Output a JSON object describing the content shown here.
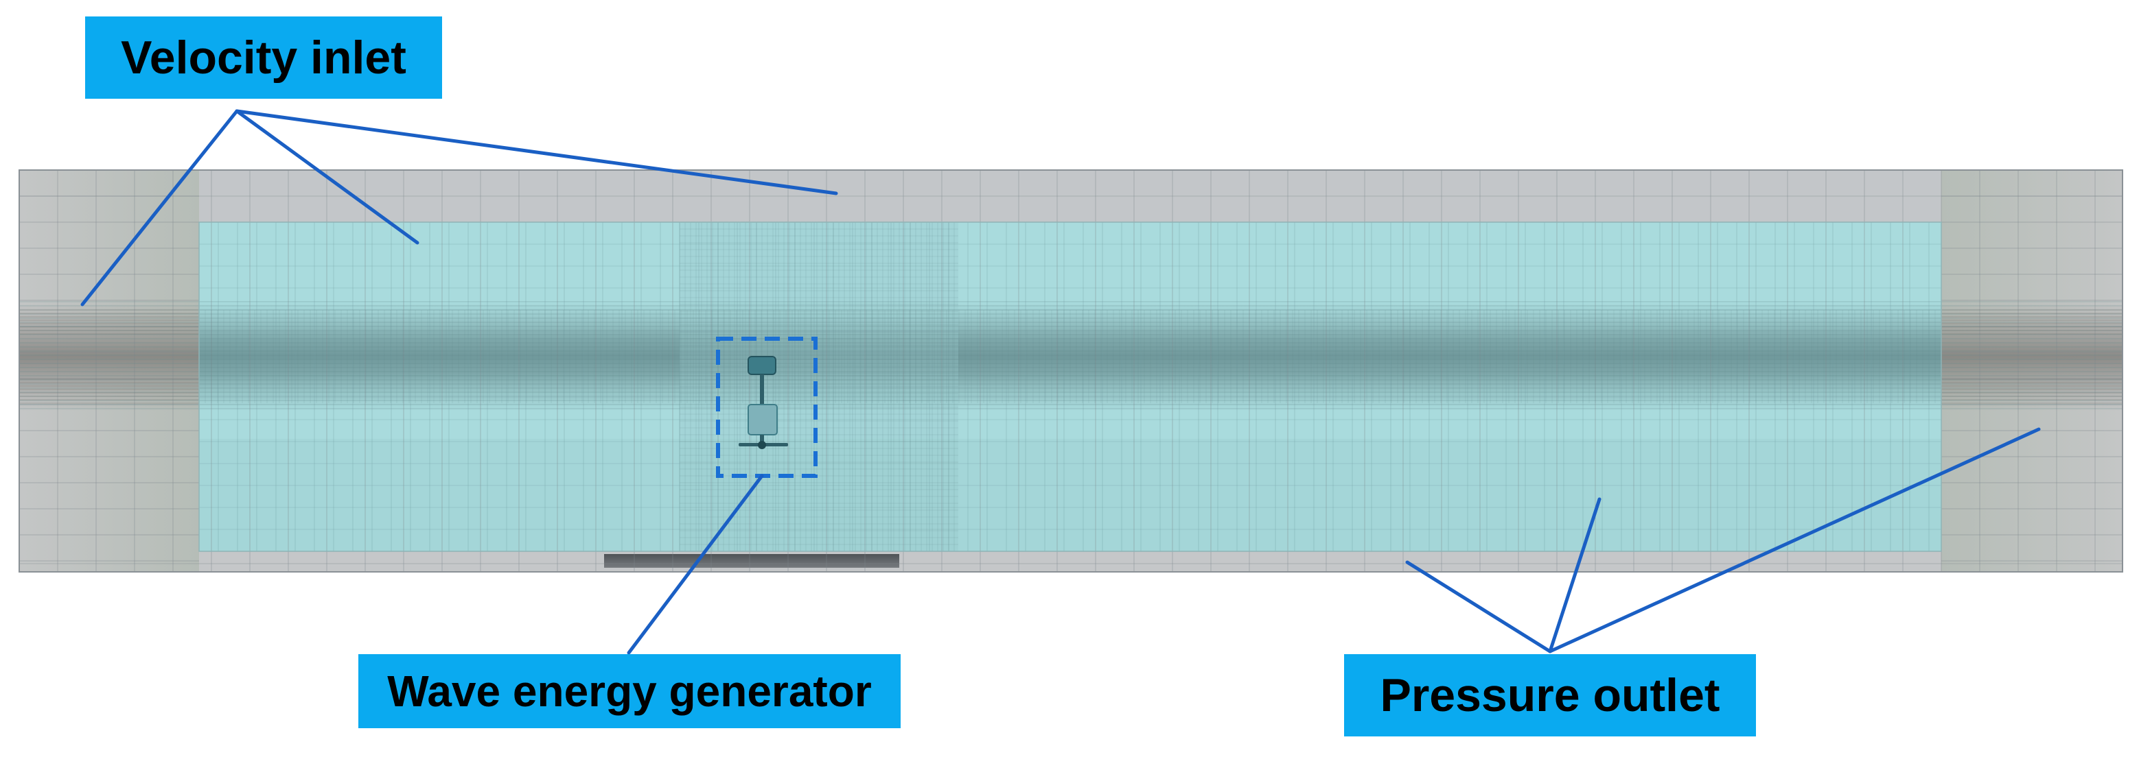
{
  "labels": {
    "velocity_inlet": "Velocity inlet",
    "wave_energy_generator": "Wave energy generator",
    "pressure_outlet": "Pressure outlet"
  },
  "colors": {
    "label_background": "#0aaaf0",
    "leader_line": "#1a5fc4",
    "outer_domain": "#c9ccd0",
    "inner_domain": "#a8dadc",
    "mesh_line": "#6f8a94",
    "refined_band": "#7a9fa3",
    "device_highlight": "#1a6fd4",
    "device_body": "#3f7d88"
  },
  "icons": {
    "device": "wave-energy-device-icon"
  }
}
